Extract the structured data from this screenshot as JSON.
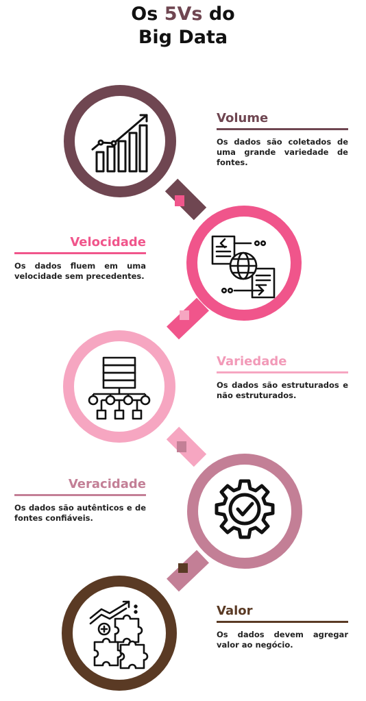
{
  "title": {
    "prefix": "Os ",
    "highlight": "5Vs",
    "middle": " do",
    "line2": "Big Data"
  },
  "colors": {
    "volume": "#6f4651",
    "velocidade": "#f0558b",
    "variedade": "#f6a6c1",
    "veracidade": "#c37f96",
    "valor": "#5a3a24"
  },
  "items": [
    {
      "key": "volume",
      "heading": "Volume",
      "desc": "Os dados são coletados de uma grande variedade de fontes.",
      "icon": "bar-chart-growth-icon"
    },
    {
      "key": "velocidade",
      "heading": "Velocidade",
      "desc": "Os dados fluem em uma velocidade sem precedentes.",
      "icon": "globe-data-exchange-icon"
    },
    {
      "key": "variedade",
      "heading": "Variedade",
      "desc": "Os dados são estruturados e não estruturados.",
      "icon": "database-hierarchy-icon"
    },
    {
      "key": "veracidade",
      "heading": "Veracidade",
      "desc": "Os dados são autênticos e de fontes confiáveis.",
      "icon": "gear-check-icon"
    },
    {
      "key": "valor",
      "heading": "Valor",
      "desc": "Os dados devem agregar valor ao negócio.",
      "icon": "puzzle-growth-icon"
    }
  ]
}
